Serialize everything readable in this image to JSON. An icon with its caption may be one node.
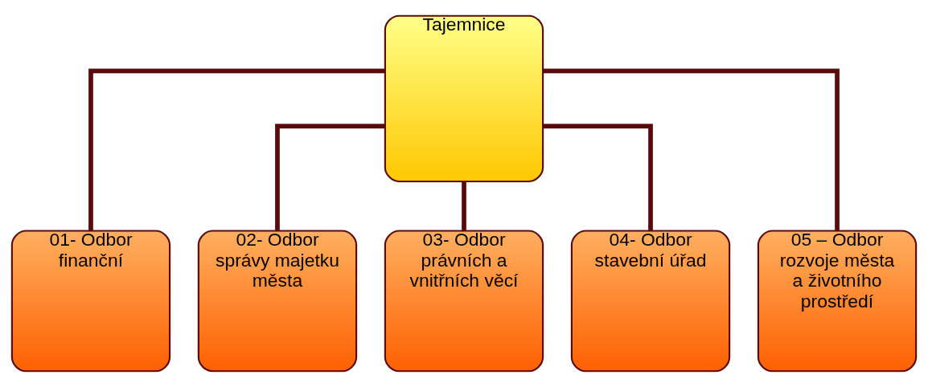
{
  "diagram": {
    "nodes": [
      {
        "text": [
          "Tajemnice"
        ]
      },
      {
        "text": [
          "01- Odbor finanční"
        ]
      },
      {
        "text": [
          "02- Odbor správy majetku města"
        ]
      },
      {
        "text": [
          "03- Odbor právních a vnitřních věcí"
        ]
      },
      {
        "text": [
          "04- Odbor stavební úřad"
        ]
      },
      {
        "text": [
          "05 – Odbor rozvoje města a životního prostředí"
        ]
      }
    ],
    "edges": [
      {
        "from": 0,
        "to": 1,
        "arrow": "none"
      },
      {
        "from": 0,
        "to": 2,
        "arrow": "none"
      },
      {
        "from": 0,
        "to": 3,
        "arrow": "none"
      },
      {
        "from": 0,
        "to": 4,
        "arrow": "none"
      },
      {
        "from": 0,
        "to": 5,
        "arrow": "none"
      }
    ]
  }
}
